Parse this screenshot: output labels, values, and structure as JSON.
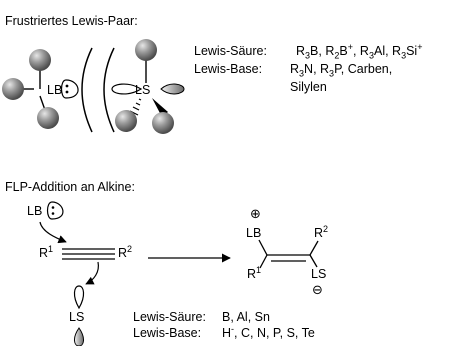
{
  "section1": {
    "title": "Frustriertes Lewis-Paar:",
    "base_label": "LB",
    "acid_label": "LS"
  },
  "definitions": {
    "acid_label": "Lewis-Säure:",
    "acid_parts": [
      "R",
      "3",
      "B, R",
      "2",
      "B",
      "+",
      ", R",
      "3",
      "Al, R",
      "3",
      "Si",
      "+"
    ],
    "base_label": "Lewis-Base:",
    "base_parts": [
      "R",
      "3",
      "N, R",
      "3",
      "P, Carben,"
    ],
    "base_line2": "Silylen"
  },
  "section2": {
    "title": "FLP-Addition an Alkine:",
    "lb": "LB",
    "ls": "LS",
    "r": "R",
    "sup1": "1",
    "sup2": "2",
    "plus": "⊕",
    "minus": "⊖",
    "acid_def_label": "Lewis-Säure:",
    "acid_def_value": "B, Al, Sn",
    "base_def_label": "Lewis-Base:",
    "base_def_h": "H",
    "base_def_h_sup": "-",
    "base_def_rest": ", C, N, P, S, Te"
  }
}
